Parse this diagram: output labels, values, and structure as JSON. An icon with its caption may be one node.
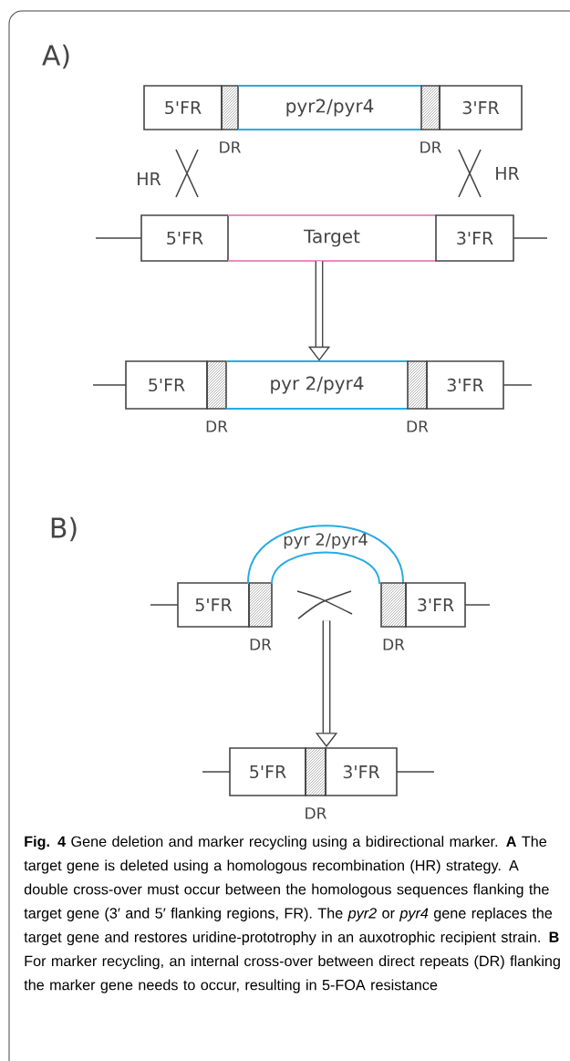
{
  "diagram": {
    "caption": "**Fig. 4** Gene deletion and marker recycling using a bidirectional marker. **A** The target gene is deleted using a homologous recombination (HR) strategy. A double cross-over must occur between the homologous sequences flanking the target gene (3′ and 5′ flanking regions, FR). The *pyr2* or *pyr4* gene replaces the target gene and restores uridine-prototrophy in an auxotrophic recipient strain. **B** For marker recycling, an internal cross-over between direct repeats (DR) flanking the marker gene needs to occur, resulting in 5-FOA resistance",
    "nodes": [
      {
        "text": [
          "5'FR"
        ]
      },
      {
        "text": [],
        "shape": "box",
        "beside": [
          "DR"
        ]
      },
      {
        "text": [
          "pyr2/pyr4"
        ]
      },
      {
        "text": [],
        "shape": "box",
        "beside": [
          "DR"
        ]
      },
      {
        "text": [
          "3'FR"
        ]
      },
      {
        "text": [
          "5'FR"
        ]
      },
      {
        "text": [
          "Target"
        ]
      },
      {
        "text": [
          "3'FR"
        ]
      },
      {
        "text": [
          "5'FR"
        ]
      },
      {
        "text": [],
        "shape": "box",
        "beside": [
          "DR"
        ]
      },
      {
        "text": [
          "pyr 2/pyr4"
        ]
      },
      {
        "text": [],
        "shape": "box",
        "beside": [
          "DR"
        ]
      },
      {
        "text": [
          "3'FR"
        ]
      },
      {
        "text": [
          "5'FR"
        ]
      },
      {
        "text": [],
        "shape": "box",
        "beside": [
          "DR"
        ]
      },
      {
        "text": [
          "pyr 2/pyr4"
        ]
      },
      {
        "text": [],
        "shape": "box",
        "beside": [
          "DR"
        ]
      },
      {
        "text": [
          "3'FR"
        ]
      },
      {
        "text": [],
        "shape": "cross"
      },
      {
        "text": [
          "5'FR"
        ]
      },
      {
        "text": [],
        "shape": "box",
        "beside": [
          "DR"
        ]
      },
      {
        "text": [
          "3'FR"
        ]
      }
    ],
    "edges": [
      {
        "from": 6,
        "to": 10,
        "arrow": "to"
      },
      {
        "from": 18,
        "to": 20,
        "arrow": "to"
      }
    ],
    "labels": [
      "A)",
      "HR",
      "HR",
      "B)"
    ]
  }
}
